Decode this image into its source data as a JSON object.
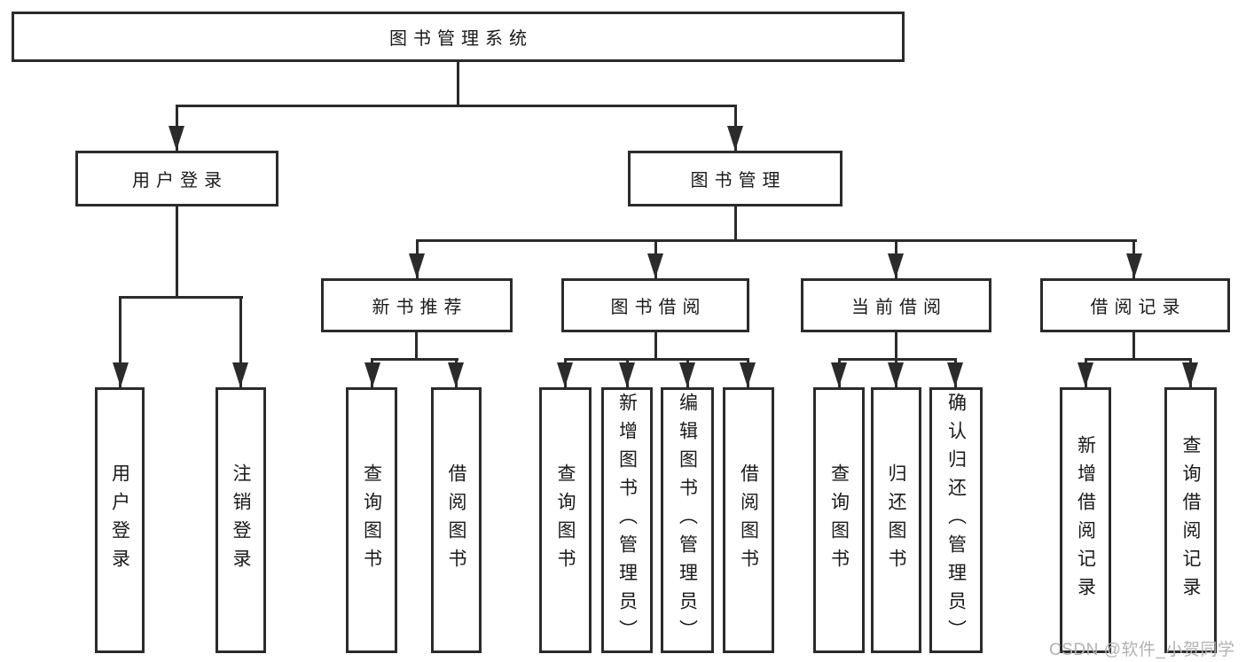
{
  "diagram_type": "hierarchy-tree",
  "tree": {
    "label": "图书管理系统",
    "children": [
      {
        "label": "用户登录",
        "children": [
          {
            "label": "用户登录"
          },
          {
            "label": "注销登录"
          }
        ]
      },
      {
        "label": "图书管理",
        "children": [
          {
            "label": "新书推荐",
            "children": [
              {
                "label": "查询图书"
              },
              {
                "label": "借阅图书"
              }
            ]
          },
          {
            "label": "图书借阅",
            "children": [
              {
                "label": "查询图书"
              },
              {
                "label": "新增图书（管理员）"
              },
              {
                "label": "编辑图书（管理员）"
              },
              {
                "label": "借阅图书"
              }
            ]
          },
          {
            "label": "当前借阅",
            "children": [
              {
                "label": "查询图书"
              },
              {
                "label": "归还图书"
              },
              {
                "label": "确认归还（管理员）"
              }
            ]
          },
          {
            "label": "借阅记录",
            "children": [
              {
                "label": "新增借阅记录"
              },
              {
                "label": "查询借阅记录"
              }
            ]
          }
        ]
      }
    ]
  },
  "watermark": "CSDN @软件_小贺同学",
  "colors": {
    "line": "#2b2b2b",
    "box_fill": "#ffffff",
    "text": "#1a1a1a",
    "watermark": "#b2b2b2",
    "background": "#ffffff"
  }
}
